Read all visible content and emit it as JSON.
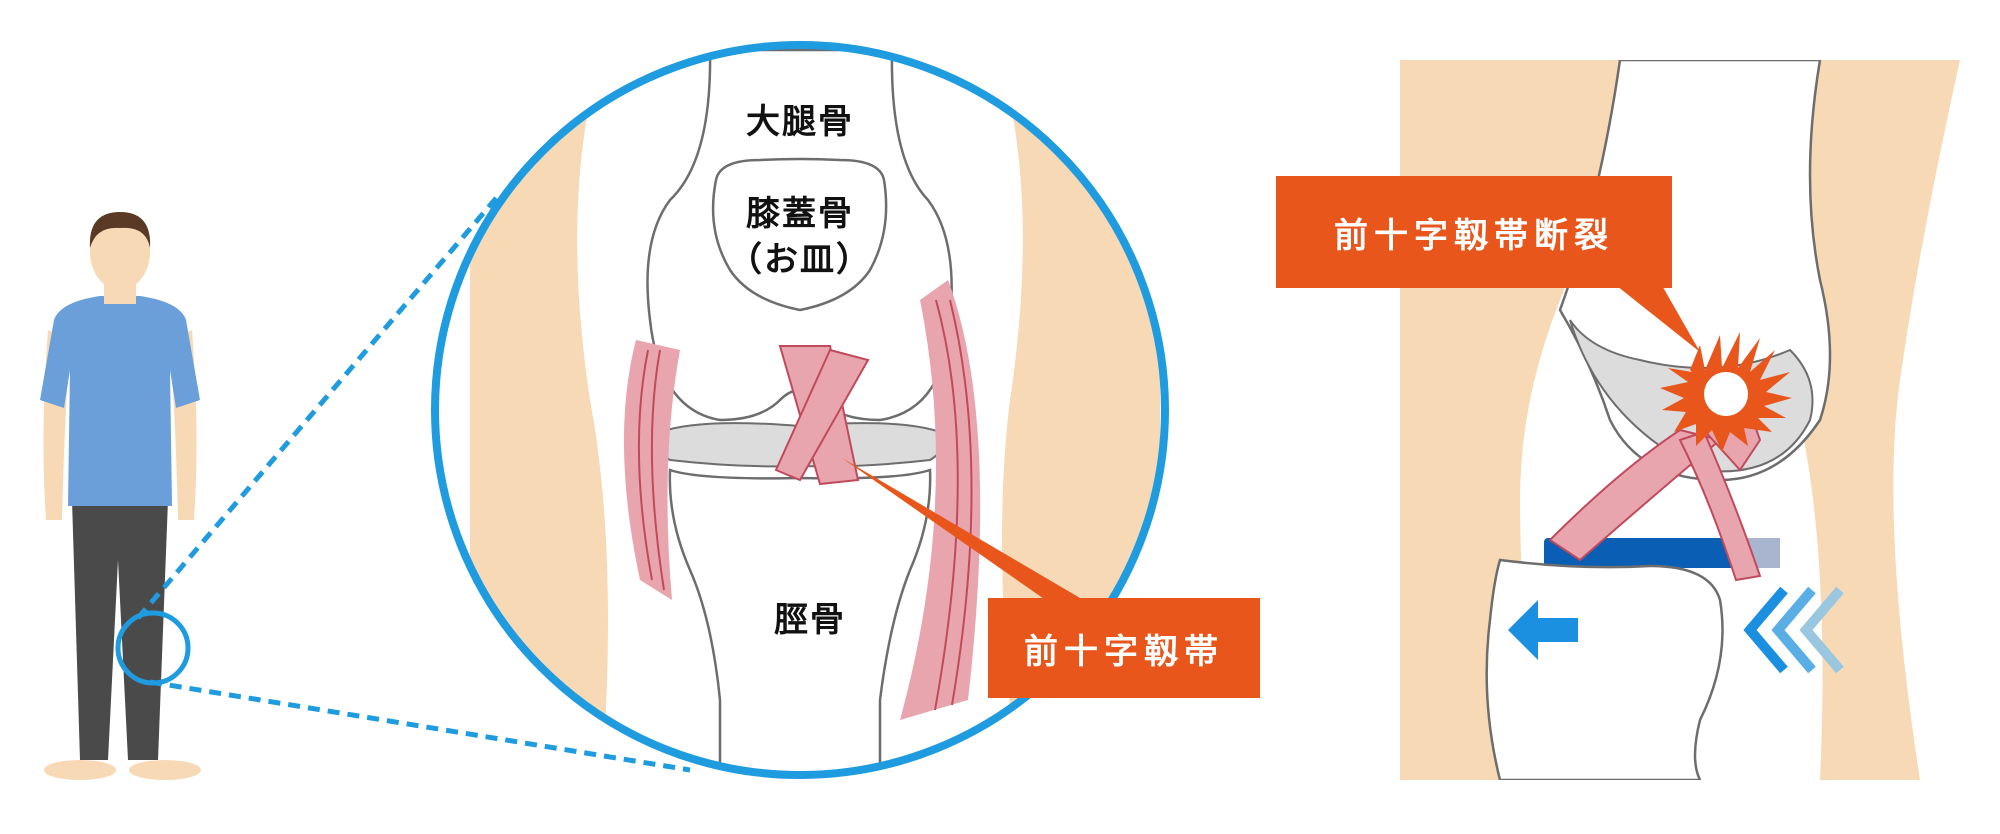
{
  "labels": {
    "femur": "大腿骨",
    "patella_line1": "膝蓋骨",
    "patella_line2": "（お皿）",
    "tibia": "脛骨",
    "acl": "前十字靱帯",
    "acl_rupture": "前十字靱帯断裂"
  },
  "colors": {
    "skin": "#f7d9b5",
    "shirt": "#6a9fd9",
    "pants": "#4a4a4a",
    "hair": "#5a3a24",
    "zoom_ring": "#1f9be0",
    "ligament": "#e9a5ad",
    "ligament_line": "#c04a5c",
    "callout": "#e8561c",
    "bone": "#ffffff",
    "cartilage": "#dcdcdc",
    "arrow_blue": "#1b8fe0"
  },
  "icons": {
    "force_arrow": "arrow-left-icon",
    "chevrons": "chevron-left-icon",
    "rupture_burst": "starburst-icon"
  }
}
